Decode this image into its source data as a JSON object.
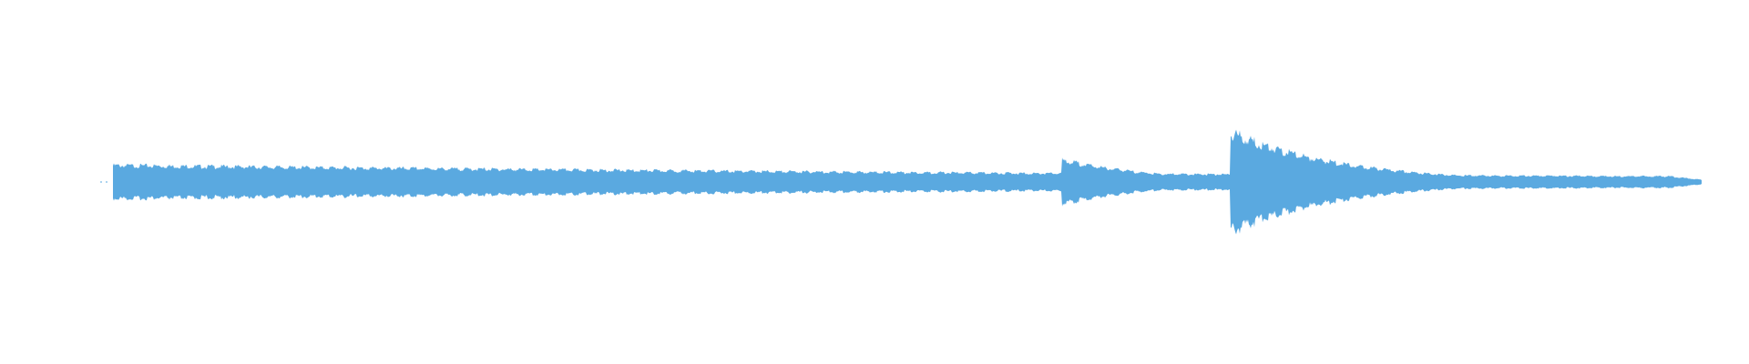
{
  "waveform": {
    "color": "#5AA9E0",
    "background": "#FFFFFF",
    "onsets": [
      {
        "time": 0.0,
        "peak": 0.15,
        "decay": 0.9
      },
      {
        "time": 0.597,
        "peak": 0.2,
        "decay": 0.06
      },
      {
        "time": 0.703,
        "peak": 0.45,
        "decay": 0.07
      }
    ],
    "floor": 0.02,
    "tail_end": 1.0
  }
}
